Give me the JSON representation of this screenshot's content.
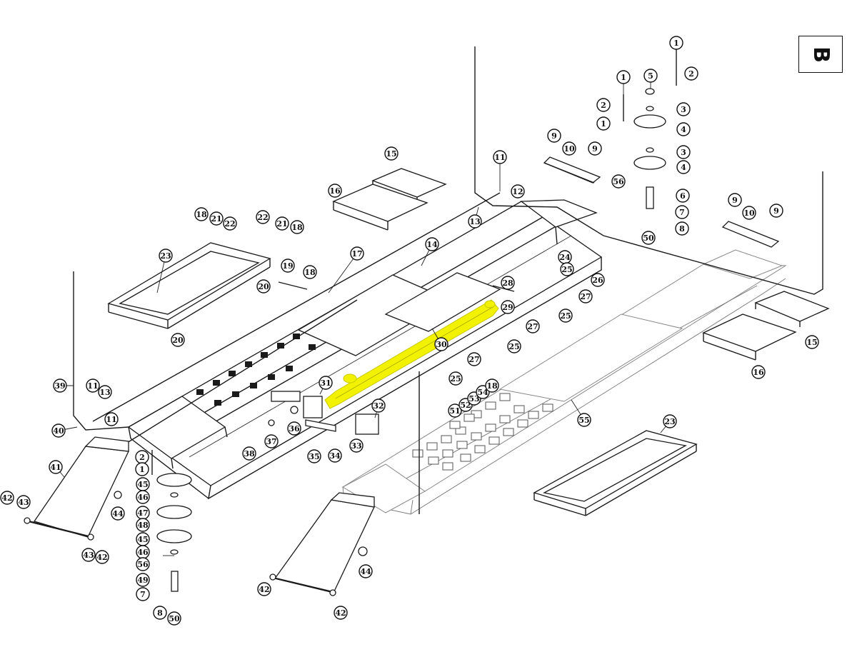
{
  "page_letter": "B",
  "highlight_color": "#f2f200",
  "highlighted_part": "30",
  "callouts": [
    {
      "id": "c1a",
      "label": "1"
    },
    {
      "id": "c2a",
      "label": "2"
    },
    {
      "id": "c1b",
      "label": "1"
    },
    {
      "id": "c2b",
      "label": "2"
    },
    {
      "id": "c1c",
      "label": "1"
    },
    {
      "id": "c5",
      "label": "5"
    },
    {
      "id": "c3a",
      "label": "3"
    },
    {
      "id": "c4a",
      "label": "4"
    },
    {
      "id": "c3b",
      "label": "3"
    },
    {
      "id": "c4b",
      "label": "4"
    },
    {
      "id": "c56a",
      "label": "56"
    },
    {
      "id": "c6",
      "label": "6"
    },
    {
      "id": "c7a",
      "label": "7"
    },
    {
      "id": "c8a",
      "label": "8"
    },
    {
      "id": "c50a",
      "label": "50"
    },
    {
      "id": "c9a",
      "label": "9"
    },
    {
      "id": "c10a",
      "label": "10"
    },
    {
      "id": "c9b",
      "label": "9"
    },
    {
      "id": "c9c",
      "label": "9"
    },
    {
      "id": "c10b",
      "label": "10"
    },
    {
      "id": "c9d",
      "label": "9"
    },
    {
      "id": "c15a",
      "label": "15"
    },
    {
      "id": "c16a",
      "label": "16"
    },
    {
      "id": "c11a",
      "label": "11"
    },
    {
      "id": "c12",
      "label": "12"
    },
    {
      "id": "c13a",
      "label": "13"
    },
    {
      "id": "c18a",
      "label": "18"
    },
    {
      "id": "c21a",
      "label": "21"
    },
    {
      "id": "c22a",
      "label": "22"
    },
    {
      "id": "c22b",
      "label": "22"
    },
    {
      "id": "c21b",
      "label": "21"
    },
    {
      "id": "c18b",
      "label": "18"
    },
    {
      "id": "c23a",
      "label": "23"
    },
    {
      "id": "c20a",
      "label": "20"
    },
    {
      "id": "c20b",
      "label": "20"
    },
    {
      "id": "c19",
      "label": "19"
    },
    {
      "id": "c18c",
      "label": "18"
    },
    {
      "id": "c17",
      "label": "17"
    },
    {
      "id": "c14",
      "label": "14"
    },
    {
      "id": "c24",
      "label": "24"
    },
    {
      "id": "c25a",
      "label": "25"
    },
    {
      "id": "c26",
      "label": "26"
    },
    {
      "id": "c27a",
      "label": "27"
    },
    {
      "id": "c25b",
      "label": "25"
    },
    {
      "id": "c28",
      "label": "28"
    },
    {
      "id": "c29",
      "label": "29"
    },
    {
      "id": "c27b",
      "label": "27"
    },
    {
      "id": "c25c",
      "label": "25"
    },
    {
      "id": "c30",
      "label": "30"
    },
    {
      "id": "c27c",
      "label": "27"
    },
    {
      "id": "c25d",
      "label": "25"
    },
    {
      "id": "c15b",
      "label": "15"
    },
    {
      "id": "c16b",
      "label": "16"
    },
    {
      "id": "c39",
      "label": "39"
    },
    {
      "id": "c11b",
      "label": "11"
    },
    {
      "id": "c13b",
      "label": "13"
    },
    {
      "id": "c11c",
      "label": "11"
    },
    {
      "id": "c40",
      "label": "40"
    },
    {
      "id": "c31",
      "label": "31"
    },
    {
      "id": "c32",
      "label": "32"
    },
    {
      "id": "c36",
      "label": "36"
    },
    {
      "id": "c37",
      "label": "37"
    },
    {
      "id": "c38",
      "label": "38"
    },
    {
      "id": "c35",
      "label": "35"
    },
    {
      "id": "c34",
      "label": "34"
    },
    {
      "id": "c33",
      "label": "33"
    },
    {
      "id": "c51",
      "label": "51"
    },
    {
      "id": "c52",
      "label": "52"
    },
    {
      "id": "c53",
      "label": "53"
    },
    {
      "id": "c54",
      "label": "54"
    },
    {
      "id": "c18d",
      "label": "18"
    },
    {
      "id": "c55",
      "label": "55"
    },
    {
      "id": "c23b",
      "label": "23"
    },
    {
      "id": "c2c",
      "label": "2"
    },
    {
      "id": "c1d",
      "label": "1"
    },
    {
      "id": "c45a",
      "label": "45"
    },
    {
      "id": "c46a",
      "label": "46"
    },
    {
      "id": "c47",
      "label": "47"
    },
    {
      "id": "c48",
      "label": "48"
    },
    {
      "id": "c45b",
      "label": "45"
    },
    {
      "id": "c46b",
      "label": "46"
    },
    {
      "id": "c56b",
      "label": "56"
    },
    {
      "id": "c49",
      "label": "49"
    },
    {
      "id": "c7b",
      "label": "7"
    },
    {
      "id": "c8b",
      "label": "8"
    },
    {
      "id": "c50b",
      "label": "50"
    },
    {
      "id": "c41",
      "label": "41"
    },
    {
      "id": "c44a",
      "label": "44"
    },
    {
      "id": "c42a",
      "label": "42"
    },
    {
      "id": "c43a",
      "label": "43"
    },
    {
      "id": "c43b",
      "label": "43"
    },
    {
      "id": "c42b",
      "label": "42"
    },
    {
      "id": "c44b",
      "label": "44"
    },
    {
      "id": "c42c",
      "label": "42"
    },
    {
      "id": "c42d",
      "label": "42"
    }
  ]
}
